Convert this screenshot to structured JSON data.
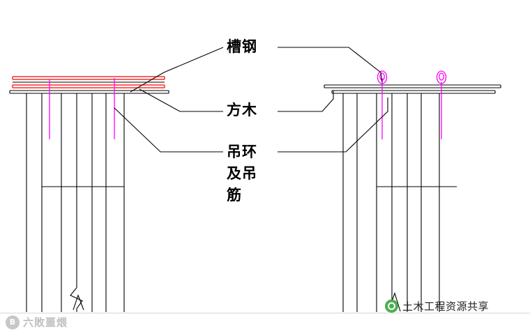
{
  "diagram": {
    "title": "",
    "labels": {
      "channel_steel": "槽钢",
      "square_timber": "方木",
      "lifting_ring_line1": "吊环",
      "lifting_ring_line2": "及吊",
      "lifting_ring_line3": "筋"
    },
    "colors": {
      "line": "#000000",
      "red": "#ff0000",
      "magenta": "#ff00ff",
      "watermark_gray": "#8d8d8d",
      "wechat_green": "#4caf50"
    }
  },
  "watermark_left": {
    "badge": "B",
    "text": "六敗噩煨"
  },
  "watermark_right": {
    "icon": "wechat-icon",
    "text": "土木工程资源共享"
  }
}
